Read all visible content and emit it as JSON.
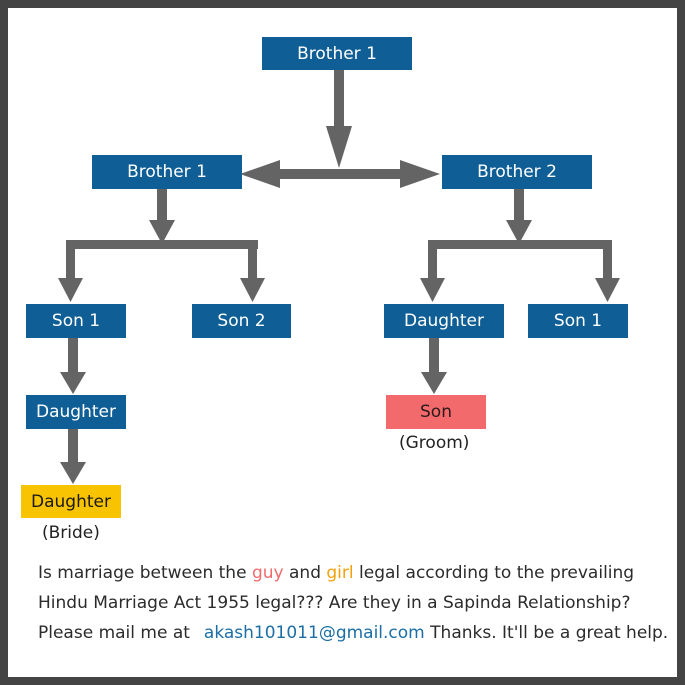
{
  "nodes": {
    "root": "Brother 1",
    "brother_left": "Brother 1",
    "brother_right": "Brother 2",
    "son_left_1": "Son 1",
    "son_left_2": "Son 2",
    "daughter_right": "Daughter",
    "son_right_1": "Son 1",
    "daughter_left": "Daughter",
    "groom": "Son",
    "bride": "Daughter"
  },
  "captions": {
    "groom": "(Groom)",
    "bride": "(Bride)"
  },
  "question": {
    "p1": "Is marriage between the ",
    "guy": "guy",
    "p2": " and ",
    "girl": "girl",
    "p3": "  legal according to the prevailing",
    "line2": "Hindu Marriage Act 1955 legal??? Are they in a Sapinda Relationship?",
    "p4": "Please mail me at",
    "email": "akash101011@gmail.com",
    "p5": " Thanks. It'll be a great help."
  },
  "colors": {
    "node_blue": "#0f5f96",
    "groom_red": "#f26a6c",
    "bride_yellow": "#f8c300",
    "arrow_gray": "#646464",
    "guy_color": "#f26a6c",
    "girl_color": "#f5a10c",
    "email_color": "#1b6fa6"
  }
}
